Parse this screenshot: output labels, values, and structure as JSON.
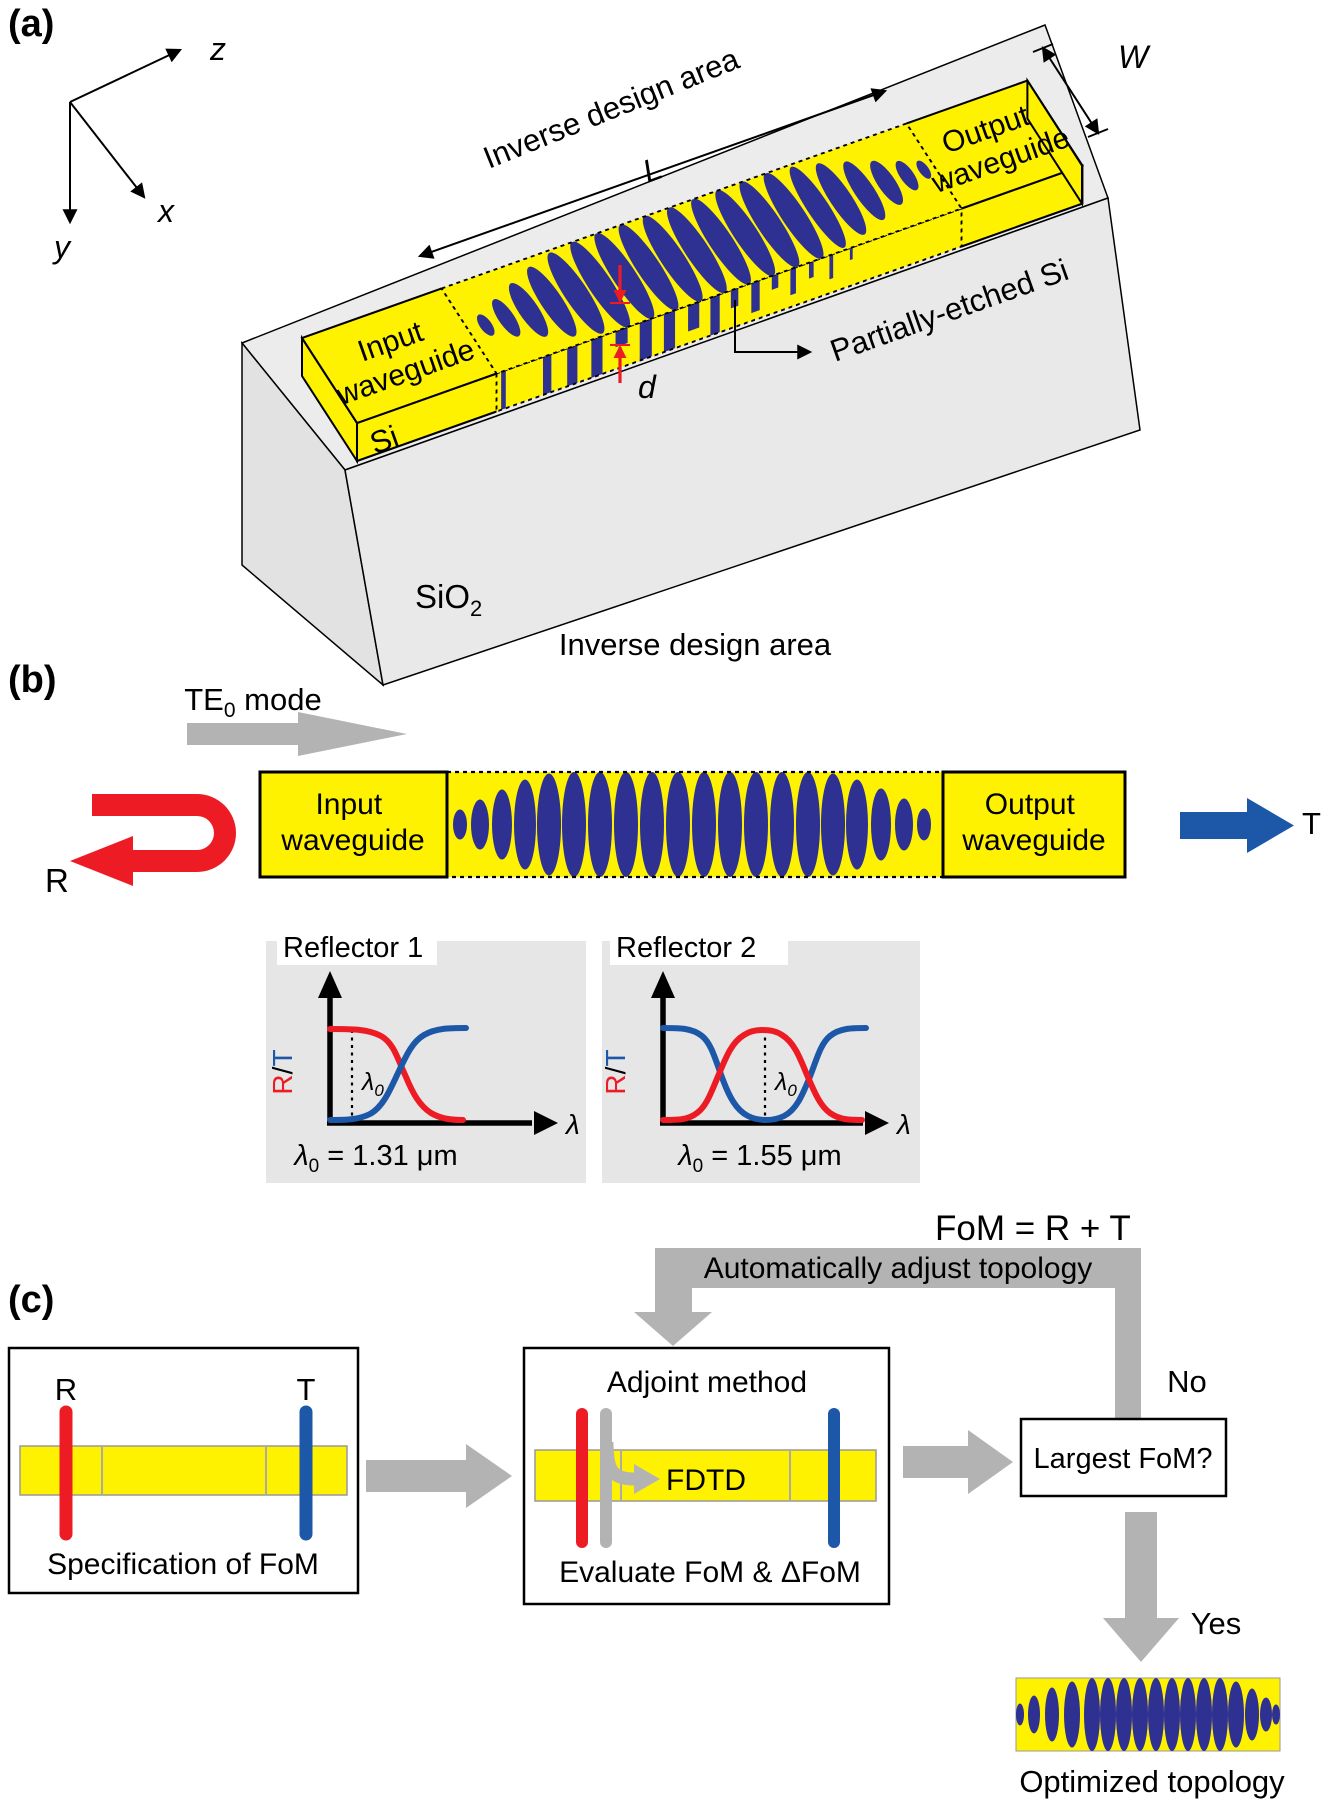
{
  "a": {
    "label": "(a)",
    "axis_z": "z",
    "axis_x": "x",
    "axis_y": "y",
    "inverse_design_area": "Inverse design area",
    "length_symbol": "L",
    "width_symbol": "W",
    "depth_symbol": "d",
    "input_waveguide": {
      "line1": "Input",
      "line2": "waveguide"
    },
    "output_waveguide": {
      "line1": "Output",
      "line2": "waveguide"
    },
    "si_label": "Si",
    "partially_etched_label": "Partially-etched Si",
    "sio2": {
      "base": "SiO",
      "sub": "2"
    }
  },
  "b": {
    "label": "(b)",
    "te0": {
      "base": "TE",
      "sub": "0",
      "rest": " mode"
    },
    "inverse_design_area": "Inverse design area",
    "input_waveguide": {
      "line1": "Input",
      "line2": "waveguide"
    },
    "output_waveguide": {
      "line1": "Output",
      "line2": "waveguide"
    },
    "r_symbol": "R",
    "t_symbol": "T",
    "fom_equation": "FoM = R + T",
    "reflector1": {
      "title": "Reflector 1",
      "y_r": "R",
      "y_slash": "/",
      "y_t": "T",
      "x_symbol": "λ",
      "l0_base": "λ",
      "l0_sub": "0",
      "cap_base": "λ",
      "cap_sub": "0",
      "cap_rest": " = 1.31 μm"
    },
    "reflector2": {
      "title": "Reflector 2",
      "y_r": "R",
      "y_slash": "/",
      "y_t": "T",
      "x_symbol": "λ",
      "l0_base": "λ",
      "l0_sub": "0",
      "cap_base": "λ",
      "cap_sub": "0",
      "cap_rest": " = 1.55 μm"
    }
  },
  "c": {
    "label": "(c)",
    "feedback_label": "Automatically adjust topology",
    "no_label": "No",
    "yes_label": "Yes",
    "spec_box": {
      "r": "R",
      "t": "T",
      "caption": "Specification of FoM"
    },
    "adjoint_box": {
      "title": "Adjoint method",
      "fdtd": "FDTD",
      "caption": "Evaluate FoM & ΔFoM"
    },
    "decision_label": "Largest FoM?",
    "optimized_caption": "Optimized topology"
  },
  "colors": {
    "yellow": "#FFF200",
    "navy": "#2E3192",
    "red": "#ED1C24",
    "blue": "#1C57A8",
    "gray_arrow": "#B3B3B3",
    "gray_block": "#ECECEC",
    "gray_panel": "#E6E6E6"
  },
  "chart_data": [
    {
      "type": "line",
      "title": "Reflector 1",
      "xlabel": "λ",
      "ylabel": "R/T",
      "annotation": "λ0 = 1.31 μm",
      "legend_position": "none",
      "grid": false,
      "series": [
        {
          "name": "R",
          "color": "#ED1C24",
          "shape": "high plateau for λ < λ0, sigmoid drop to 0 after λ0"
        },
        {
          "name": "T",
          "color": "#1C57A8",
          "shape": "0 for λ < λ0, sigmoid rise to high plateau after λ0"
        }
      ]
    },
    {
      "type": "line",
      "title": "Reflector 2",
      "xlabel": "λ",
      "ylabel": "R/T",
      "annotation": "λ0 = 1.55 μm",
      "legend_position": "none",
      "grid": false,
      "series": [
        {
          "name": "R",
          "color": "#ED1C24",
          "shape": "band-pass bump: 0 at edges, high plateau centered at λ0"
        },
        {
          "name": "T",
          "color": "#1C57A8",
          "shape": "notch: high at edges, 0 in band centered at λ0"
        }
      ]
    }
  ]
}
